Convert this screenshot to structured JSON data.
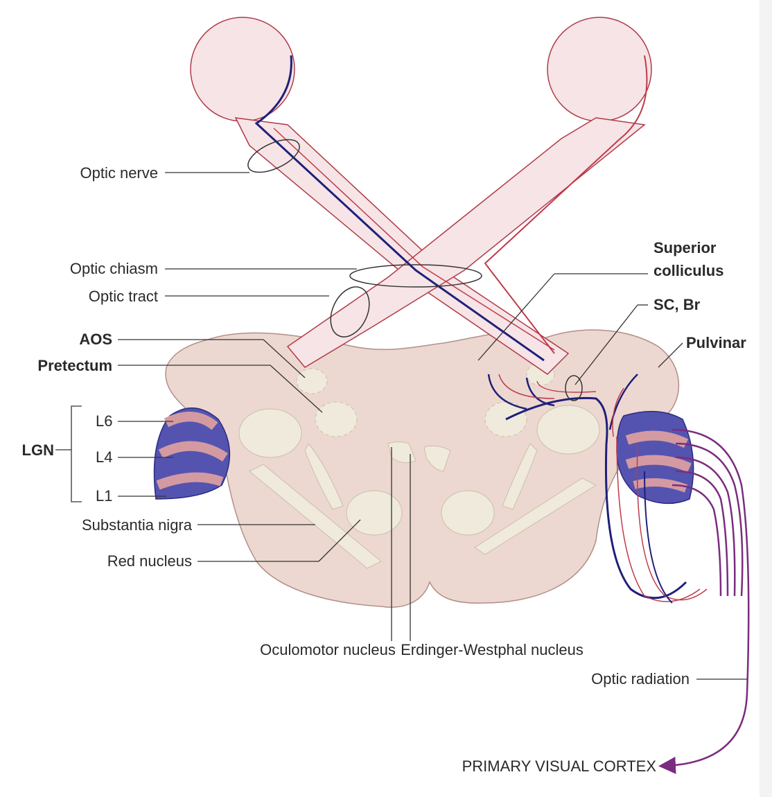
{
  "labels": {
    "optic_nerve": "Optic nerve",
    "optic_chiasm": "Optic chiasm",
    "optic_tract": "Optic tract",
    "aos": "AOS",
    "pretectum": "Pretectum",
    "lgn": "LGN",
    "l6": "L6",
    "l4": "L4",
    "l1": "L1",
    "substantia_nigra": "Substantia nigra",
    "red_nucleus": "Red nucleus",
    "oculomotor_nucleus": "Oculomotor nucleus",
    "ew_nucleus": "Erdinger-Westphal nucleus",
    "superior_colliculus_1": "Superior",
    "superior_colliculus_2": "colliculus",
    "sc_br": "SC, Br",
    "pulvinar": "Pulvinar",
    "optic_radiation": "Optic radiation",
    "primary_visual_cortex": "PRIMARY VISUAL CORTEX"
  },
  "colors": {
    "tissue": "#ecd8d0",
    "tissue_outline": "#b28f87",
    "nerve_fill": "#f6e4e6",
    "nerve_outline": "#b03a48",
    "nucleus": "#efeadc",
    "nucleus_outline": "#cbbfa5",
    "fiber_blue": "#1f1f7a",
    "fiber_red": "#c0394a",
    "lgn_blue": "#5454b0",
    "lgn_pink": "#d49aa2",
    "radiation": "#7a2c7e",
    "leader": "#333333"
  }
}
